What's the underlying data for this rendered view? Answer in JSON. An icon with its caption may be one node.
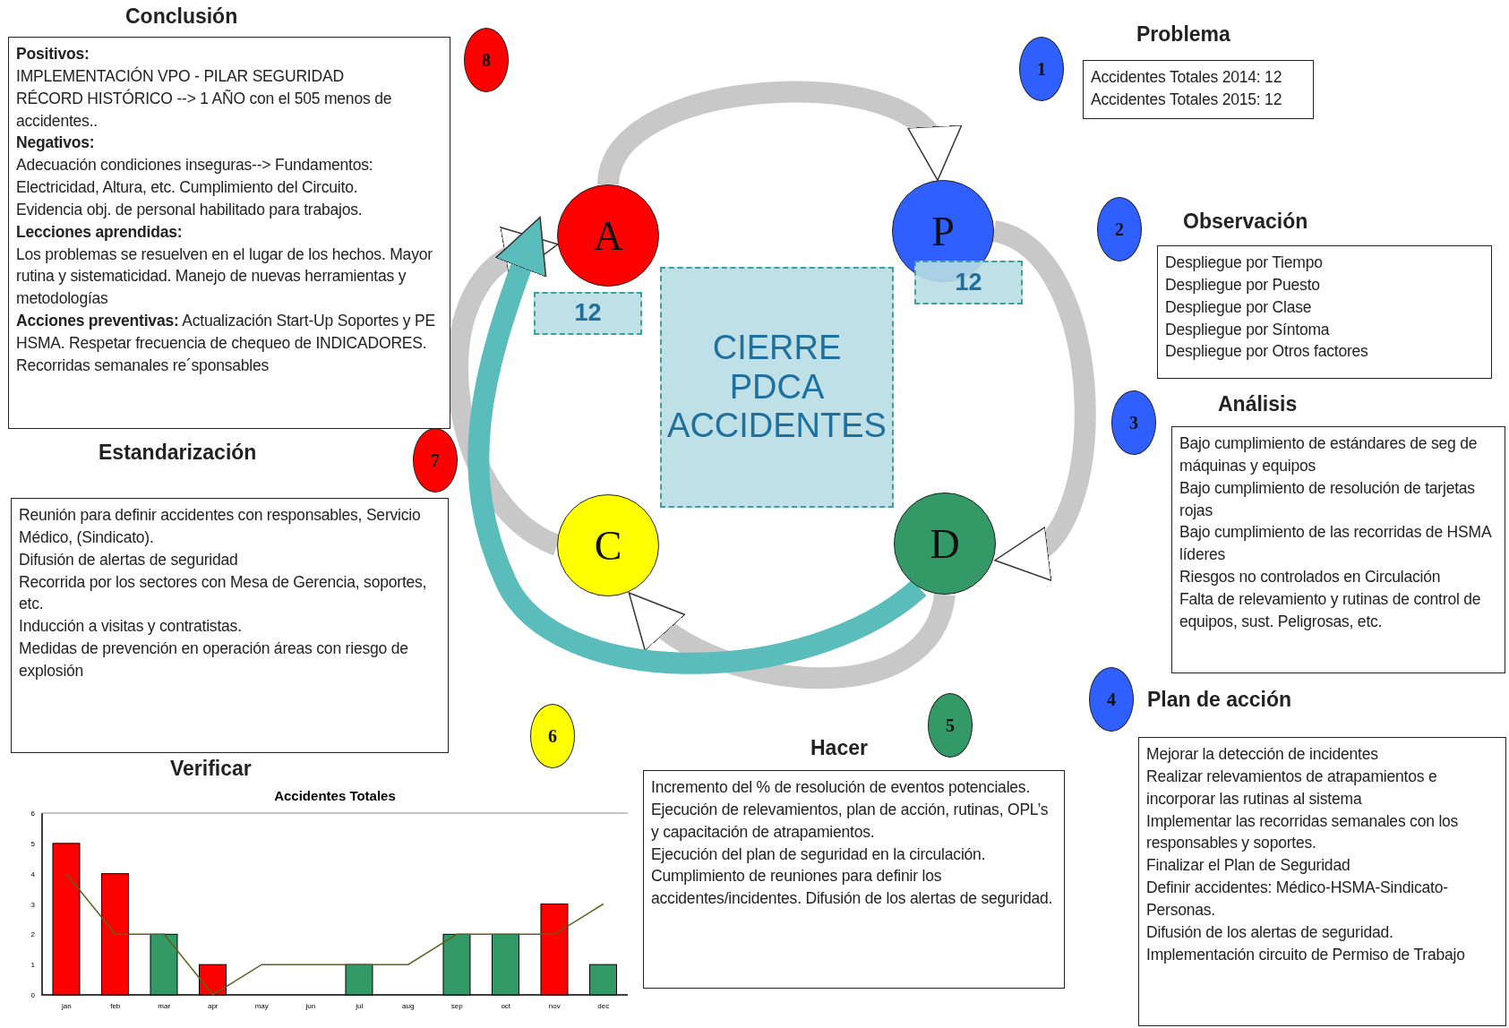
{
  "diagram": {
    "nodes": [
      {
        "text": [
          "Conclusión",
          "**Positivos:**",
          "IMPLEMENTACIÓN VPO - PILAR SEGURIDAD",
          "RÉCORD HISTÓRICO --> 1 AÑO con el 505 menos de accidentes..",
          "**Negativos:**",
          "Adecuación condiciones inseguras--> Fundamentos: Electricidad, Altura, etc. Cumplimiento del Circuito.",
          "Evidencia obj. de personal habilitado para trabajos.",
          "**Lecciones aprendidas:**",
          "Los problemas se resuelven en el lugar de los hechos. Mayor rutina y sistematicidad. Manejo de nuevas herramientas y metodologías",
          "**Acciones preventivas:** Actualización Start-Up Soportes y PE HSMA. Respetar frecuencia de chequeo de INDICADORES. Recorridas semanales re´sponsables"
        ]
      },
      {
        "text": [
          "8"
        ]
      },
      {
        "text": [
          "1"
        ]
      },
      {
        "text": [
          "Problema",
          "Accidentes Totales 2014: 12",
          "Accidentes Totales 2015: 12"
        ]
      },
      {
        "text": [
          "A"
        ]
      },
      {
        "text": [
          "12"
        ]
      },
      {
        "text": [
          "CIERRE PDCA ACCIDENTES"
        ]
      },
      {
        "text": [
          "P"
        ]
      },
      {
        "text": [
          "12"
        ]
      },
      {
        "text": [
          "2"
        ]
      },
      {
        "text": [
          "Observación",
          "Despliegue por Tiempo",
          "Despliegue por Puesto",
          "Despliegue por Clase",
          "Despliegue por Síntoma",
          "Despliegue por Otros factores"
        ]
      },
      {
        "text": [
          "3"
        ]
      },
      {
        "text": [
          "Análisis",
          "Bajo cumplimiento de estándares de seg de máquinas y equipos",
          "Bajo cumplimiento de resolución de tarjetas rojas",
          "Bajo cumplimiento de las recorridas de HSMA líderes",
          "Riesgos no controlados en Circulación",
          "Falta de relevamiento y rutinas de control de equipos, sust. Peligrosas, etc."
        ]
      },
      {
        "text": [
          "7"
        ]
      },
      {
        "text": [
          "Estandarización",
          "Reunión para definir accidentes con responsables, Servicio Médico, (Sindicato).",
          "Difusión de alertas de seguridad",
          "Recorrida por los sectores con Mesa de Gerencia, soportes, etc.",
          "Inducción a visitas y contratistas.",
          "Medidas de prevención en operación áreas con riesgo de explosión"
        ]
      },
      {
        "text": [
          "C"
        ]
      },
      {
        "text": [
          "D"
        ]
      },
      {
        "text": [
          "4"
        ]
      },
      {
        "text": [
          "Plan de acción",
          "Mejorar la detección de incidentes",
          "Realizar relevamientos de atrapamientos e incorporar las rutinas al sistema",
          "Implementar las recorridas semanales con los responsables y soportes.",
          "Finalizar el Plan de Seguridad",
          "Definir accidentes: Médico-HSMA-Sindicato-Personas.",
          "Difusión de los alertas de seguridad.",
          "Implementación circuito de Permiso de Trabajo"
        ]
      },
      {
        "text": [
          "6"
        ]
      },
      {
        "text": [
          "5"
        ]
      },
      {
        "text": [
          "Hacer",
          "Incremento del % de resolución de eventos potenciales.",
          "Ejecución de relevamientos, plan de acción, rutinas, OPL’s y capacitación de atrapamientos.",
          "Ejecución del plan de seguridad en la circulación.",
          "Cumplimiento de reuniones para definir los accidentes/incidentes. Difusión de los alertas de seguridad."
        ]
      }
    ],
    "edges": [
      {
        "from": 4,
        "to": 7,
        "arrow": "to"
      },
      {
        "from": 7,
        "to": 16,
        "arrow": "to"
      },
      {
        "from": 16,
        "to": 15,
        "arrow": "to"
      },
      {
        "from": 15,
        "to": 4,
        "arrow": "to"
      },
      {
        "from": 16,
        "to": 4,
        "arrow": "to",
        "color": "#5bbcbc"
      }
    ],
    "labels": [
      "Verificar"
    ],
    "chart_data": {
      "type": "bar",
      "title": "Accidentes Totales",
      "categories": [
        "jan",
        "feb",
        "mar",
        "apr",
        "may",
        "jun",
        "jul",
        "aug",
        "sep",
        "oct",
        "nov",
        "dec"
      ],
      "stacked": true,
      "series": [
        {
          "color": "#ff0000",
          "values": [
            5,
            4,
            null,
            1,
            null,
            null,
            null,
            null,
            null,
            null,
            3,
            null
          ]
        },
        {
          "color": "#339966",
          "values": [
            null,
            null,
            2,
            null,
            null,
            null,
            1,
            null,
            2,
            2,
            null,
            1
          ]
        },
        {
          "type": "line",
          "color": "#5f5f1f",
          "values": [
            4,
            2,
            2,
            0,
            1,
            1,
            1,
            1,
            2,
            2,
            2,
            3
          ]
        }
      ],
      "ylim": [
        0,
        6
      ],
      "yticks": [
        0,
        1,
        2,
        3,
        4,
        5,
        6
      ]
    }
  }
}
